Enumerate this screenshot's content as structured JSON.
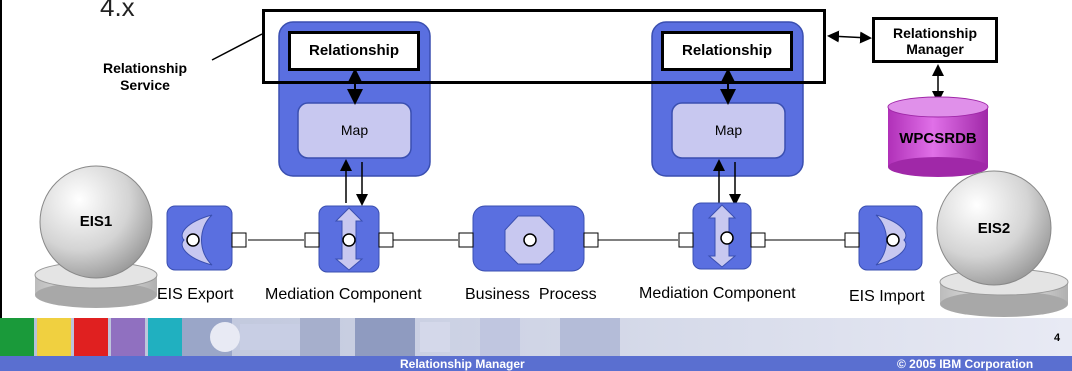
{
  "heading_fragment": "4.x",
  "relationship_service_label": "Relationship\nService",
  "relationship_manager_label": "Relationship\nManager",
  "database_label": "WPCSRDB",
  "left_stack": {
    "relationship_label": "Relationship",
    "map_label": "Map"
  },
  "right_stack": {
    "relationship_label": "Relationship",
    "map_label": "Map"
  },
  "eis1_label": "EIS1",
  "eis2_label": "EIS2",
  "components": {
    "eis_export": "EIS Export",
    "mediation_left": "Mediation Component",
    "business_process": "Business  Process",
    "mediation_right": "Mediation Component",
    "eis_import": "EIS Import"
  },
  "footer": {
    "title": "Relationship Manager",
    "copyright": "© 2005 IBM Corporation",
    "page_number": "4"
  },
  "colors": {
    "component_blue": "#5a6fe0",
    "map_fill": "#c8c8f0",
    "database_magenta": "#c040c8",
    "footer_bar": "#5a6fd0"
  },
  "footer_swatches": [
    "#1a9a3a",
    "#f0d040",
    "#e02020",
    "#9070c0",
    "#20b0c0"
  ]
}
